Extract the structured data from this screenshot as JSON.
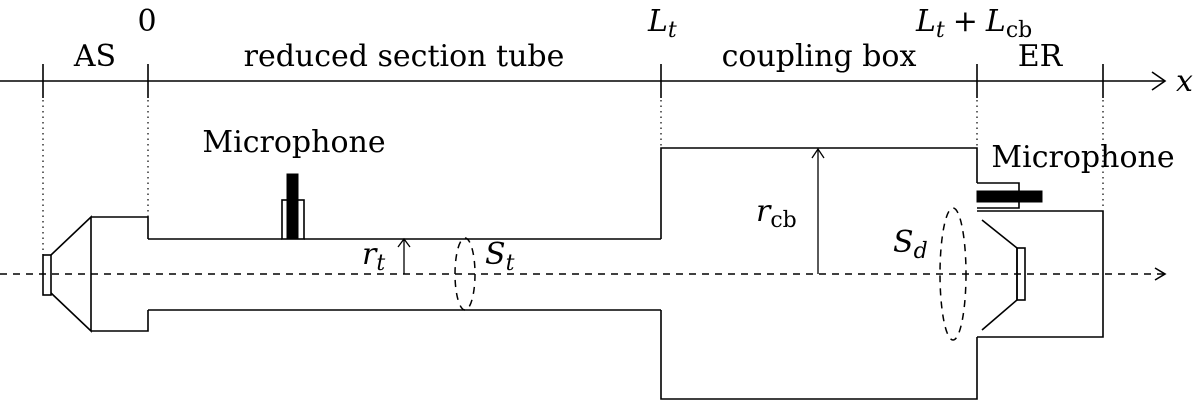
{
  "axis": {
    "variable": "x",
    "ticks": [
      {
        "main": "0",
        "op": "",
        "main2": "",
        "sub2": ""
      },
      {
        "main": "L",
        "sub": "t"
      },
      {
        "main": "L",
        "sub": "t",
        "op": "+",
        "main2": "L",
        "sub2": "cb"
      }
    ]
  },
  "sections": [
    "AS",
    "reduced section tube",
    "coupling box",
    "ER"
  ],
  "components": {
    "microphone_left": "Microphone",
    "microphone_right": "Microphone"
  },
  "symbols": {
    "r_t": {
      "main": "r",
      "sub": "t"
    },
    "S_t": {
      "main": "S",
      "sub": "t"
    },
    "r_cb": {
      "main": "r",
      "sub": "cb"
    },
    "S_d": {
      "main": "S",
      "sub": "d"
    }
  }
}
